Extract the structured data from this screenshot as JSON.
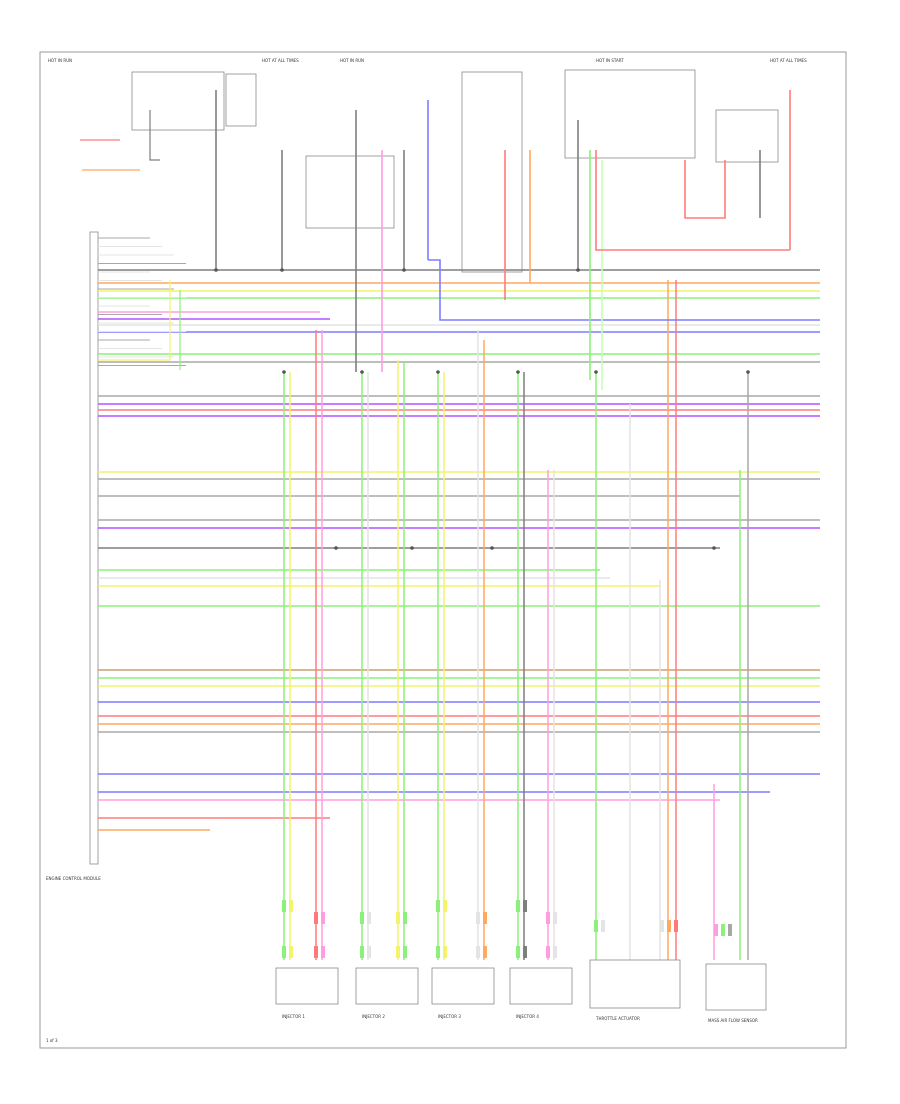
{
  "colors": {
    "black": "#7f7f7f",
    "gray": "#a8a8a8",
    "red": "#ff7b7b",
    "pink": "#ff9de0",
    "violet": "#b452ff",
    "blue": "#7d7dff",
    "green": "#8cf07a",
    "yellow": "#f3f36c",
    "orange": "#ffa860",
    "brown": "#c8a070",
    "white": "#e4e4e4",
    "ltgreen": "#c6ffb2"
  },
  "labels": {
    "hot_in_run_1": "HOT IN RUN",
    "hot_at_all_times": "HOT AT ALL TIMES",
    "hot_in_run_2": "HOT IN RUN",
    "hot_at_all_times_2": "HOT AT ALL TIMES",
    "hot_in_start": "HOT IN START",
    "ecm": "ENGINE CONTROL MODULE",
    "page_number": "1 of 3"
  },
  "components": [
    {
      "key": "inj1",
      "label": "INJECTOR 1"
    },
    {
      "key": "inj2",
      "label": "INJECTOR 2"
    },
    {
      "key": "inj3",
      "label": "INJECTOR 3"
    },
    {
      "key": "inj4",
      "label": "INJECTOR 4"
    },
    {
      "key": "throttle",
      "label": "THROTTLE ACTUATOR"
    },
    {
      "key": "maf",
      "label": "MASS AIR FLOW SENSOR"
    }
  ]
}
